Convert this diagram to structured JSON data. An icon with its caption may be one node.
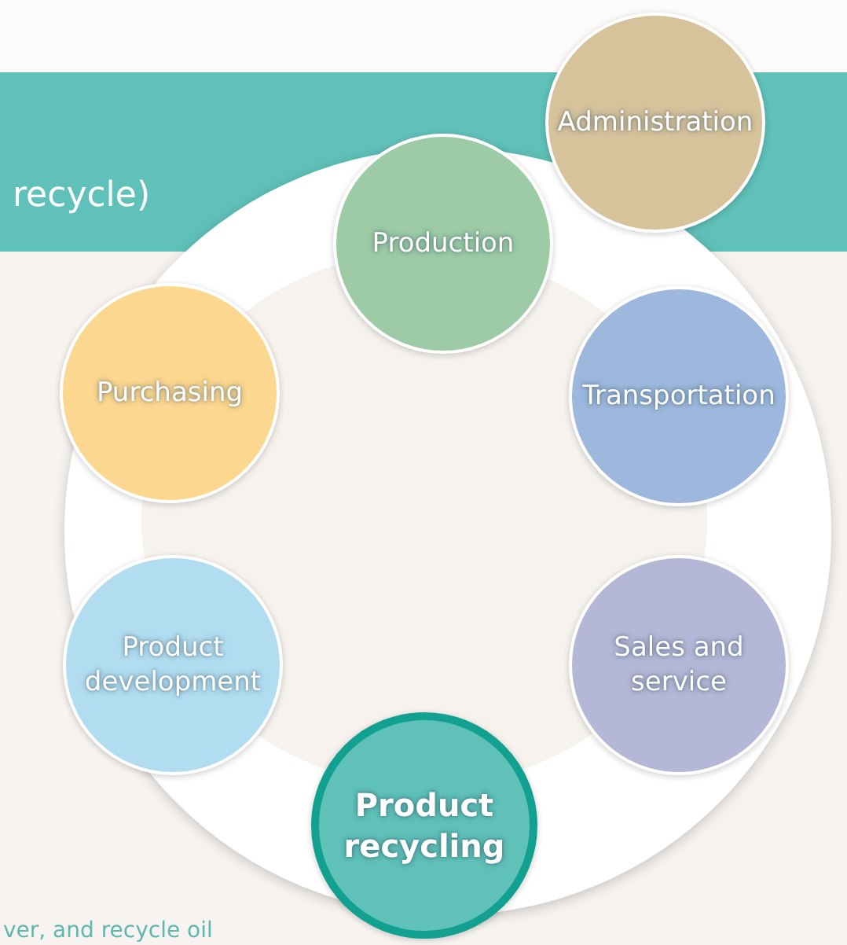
{
  "diagram": {
    "nodes": [
      {
        "text": [
          "Administration"
        ]
      },
      {
        "text": [
          "Production"
        ]
      },
      {
        "text": [
          "Purchasing"
        ]
      },
      {
        "text": [
          "Transportation"
        ]
      },
      {
        "text": [
          "Product development"
        ]
      },
      {
        "text": [
          "Sales and service"
        ]
      },
      {
        "text": [
          "Product recycling"
        ]
      }
    ],
    "labels": [
      "recycle)",
      "ver, and recycle oil"
    ]
  }
}
